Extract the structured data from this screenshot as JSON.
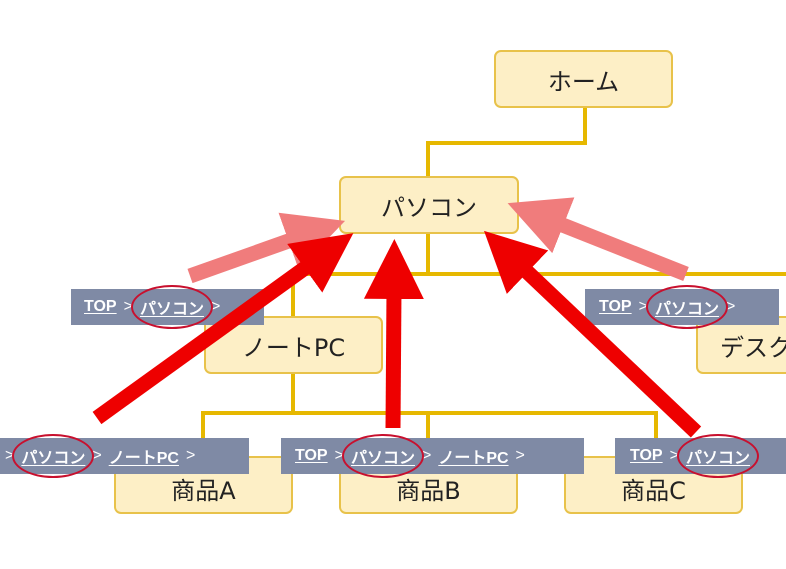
{
  "nodes": {
    "home": "ホーム",
    "pasokon": "パソコン",
    "note_pc": "ノートPC",
    "desktop": "デスク",
    "item_a": "商品A",
    "item_b": "商品B",
    "item_c": "商品C"
  },
  "breadcrumbs": {
    "sep": ">",
    "top": "TOP",
    "pasokon": "パソコン",
    "note_pc": "ノートPC"
  },
  "colors": {
    "node_fill": "#fdefc6",
    "node_border": "#e8c24a",
    "connector": "#e6b800",
    "arrow_strong": "#ee0000",
    "arrow_light": "#f07c7c",
    "breadcrumb_bg": "#7f8aa5",
    "highlight_oval": "#c8102e"
  }
}
